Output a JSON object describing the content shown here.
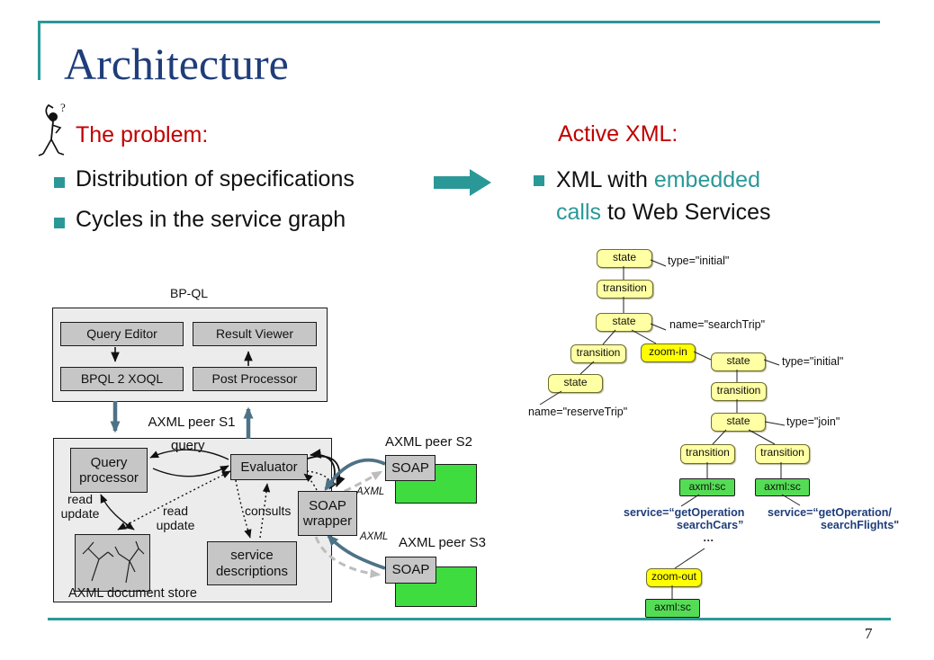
{
  "slide": {
    "title": "Architecture",
    "page_number": "7"
  },
  "problem": {
    "heading": "The problem:",
    "bullets": [
      "Distribution of specifications",
      "Cycles in the service graph"
    ]
  },
  "active_xml": {
    "heading": "Active XML:",
    "bullet_pre": "XML with ",
    "bullet_highlight": "embedded calls",
    "bullet_post": " to Web Services"
  },
  "bpql": {
    "title": "BP-QL",
    "query_editor": "Query Editor",
    "result_viewer": "Result Viewer",
    "bpql_2_xoql": "BPQL 2 XOQL",
    "post_processor": "Post Processor"
  },
  "peer_s1": {
    "title": "AXML peer S1",
    "query_label": "query",
    "query_processor": "Query processor",
    "evaluator": "Evaluator",
    "read_update_left": "read update",
    "read_update_mid": "read update",
    "consults_label": "consults",
    "soap_wrapper": "SOAP wrapper",
    "service_descriptions": "service descriptions",
    "doc_store_label": "AXML document store"
  },
  "remote_peers": {
    "s2_title": "AXML peer S2",
    "s3_title": "AXML peer S3",
    "soap_label": "SOAP",
    "axml_edge_label": "AXML"
  },
  "axml_tree": {
    "state": "state",
    "transition": "transition",
    "zoom_in": "zoom-in",
    "zoom_out": "zoom-out",
    "axml_sc": "axml:sc",
    "type_initial": "type=\"initial\"",
    "name_searchtrip": "name=\"searchTrip\"",
    "name_reservetrip": "name=\"reserveTrip\"",
    "type_join": "type=\"join\"",
    "service_cars_line1": "service=“getOperation",
    "service_cars_line2": "searchCars”",
    "service_flights_line1": "service=“getOperation/",
    "service_flights_line2": "searchFlights\"",
    "ellipsis": "…"
  },
  "colors": {
    "accent_teal": "#2B9898",
    "heading_red": "#C00000",
    "title_navy": "#1F3D7A",
    "node_yellow": "#FFFFA3",
    "node_bright_yellow": "#FFFF00",
    "node_green": "#55DC55",
    "peer_green": "#3FDC3F",
    "box_gray": "#C6C6C6",
    "panel_gray": "#ECECEC",
    "arrow_slate": "#4E7285",
    "arrow_dashed_gray": "#BDBDBD"
  }
}
